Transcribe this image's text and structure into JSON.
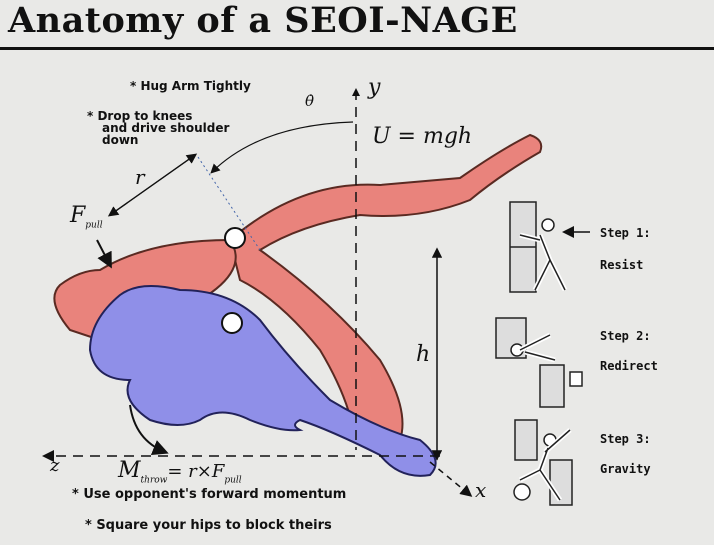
{
  "title": "Anatomy of a SEOI-NAGE",
  "notes": {
    "hug": "* Hug Arm Tightly",
    "drop": [
      "* Drop to knees",
      "and drive shoulder",
      "down"
    ],
    "momentum": "* Use opponent's forward momentum",
    "hips": "* Square your hips to block theirs"
  },
  "math": {
    "theta": "θ̇",
    "y_axis": "y",
    "x_axis": "x",
    "z_axis": "z",
    "energy": "U = mgh",
    "r": "r",
    "f_pull": "F",
    "f_pull_sub": "pull",
    "h": "h",
    "moment": "M",
    "moment_sub": "throw",
    "moment_rhs": "= r×F",
    "moment_rhs_sub": "pull"
  },
  "steps": [
    {
      "label": "Step 1:",
      "name": "Resist"
    },
    {
      "label": "Step 2:",
      "name": "Redirect"
    },
    {
      "label": "Step 3:",
      "name": "Gravity"
    }
  ],
  "colors": {
    "attacker": "#8f8fe8",
    "opponent": "#e9837c",
    "outline": "#3a2020"
  }
}
